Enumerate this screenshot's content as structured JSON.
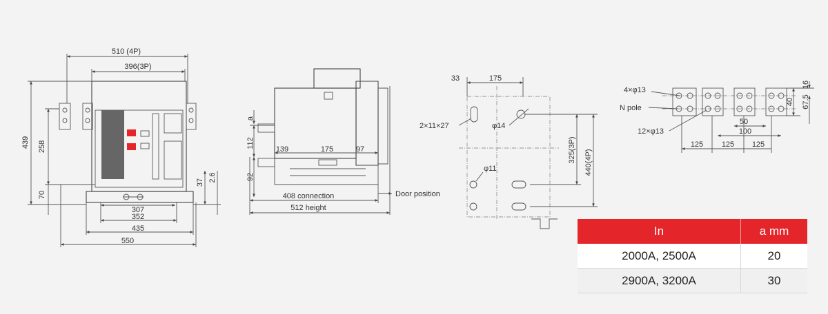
{
  "front_view": {
    "dim_510": "510 (4P)",
    "dim_396": "396(3P)",
    "dim_439": "439",
    "dim_258": "258",
    "dim_70": "70",
    "dim_37": "37",
    "dim_2_6": "2.6",
    "dim_307": "307",
    "dim_352": "352",
    "dim_435": "435",
    "dim_550": "550"
  },
  "side_view": {
    "label_a": "a",
    "dim_112": "112",
    "dim_92": "92",
    "dim_139": "139",
    "dim_175": "175",
    "dim_97": "97",
    "dim_408": "408 connection",
    "dim_512": "512 height",
    "door_position": "Door position"
  },
  "mounting_view": {
    "dim_33": "33",
    "dim_175": "175",
    "slot_label": "2×11×27",
    "hole_14": "φ14",
    "hole_11": "φ11",
    "dim_325": "325(3P)",
    "dim_440": "440(4P)"
  },
  "busbar_view": {
    "holes_4": "4×φ13",
    "n_pole": "N pole",
    "holes_12": "12×φ13",
    "dim_16": "16",
    "dim_67_5": "67.5",
    "dim_40": "40",
    "dim_50": "50",
    "dim_100": "100",
    "dim_125_a": "125",
    "dim_125_b": "125",
    "dim_125_c": "125"
  },
  "spec_table": {
    "headers": [
      "In",
      "a mm"
    ],
    "rows": [
      [
        "2000A, 2500A",
        "20"
      ],
      [
        "2900A, 3200A",
        "30"
      ]
    ]
  }
}
